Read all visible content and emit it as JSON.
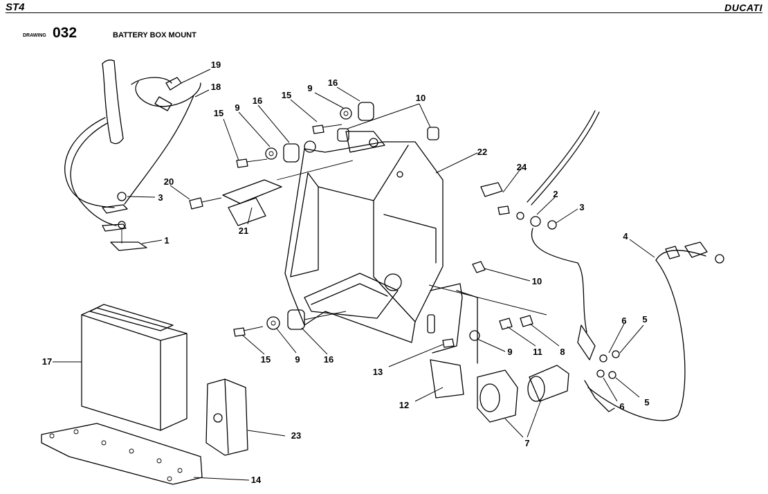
{
  "header": {
    "model": "ST4",
    "brand": "DUCATI"
  },
  "drawing": {
    "label": "DRAWING",
    "number": "032",
    "title": "BATTERY BOX MOUNT"
  },
  "callouts": [
    "19",
    "18",
    "15",
    "9",
    "16",
    "15",
    "9",
    "16",
    "10",
    "22",
    "24",
    "2",
    "3",
    "20",
    "3",
    "21",
    "1",
    "4",
    "10",
    "6",
    "5",
    "17",
    "15",
    "9",
    "16",
    "11",
    "8",
    "9",
    "13",
    "12",
    "6",
    "5",
    "7",
    "23",
    "14"
  ]
}
